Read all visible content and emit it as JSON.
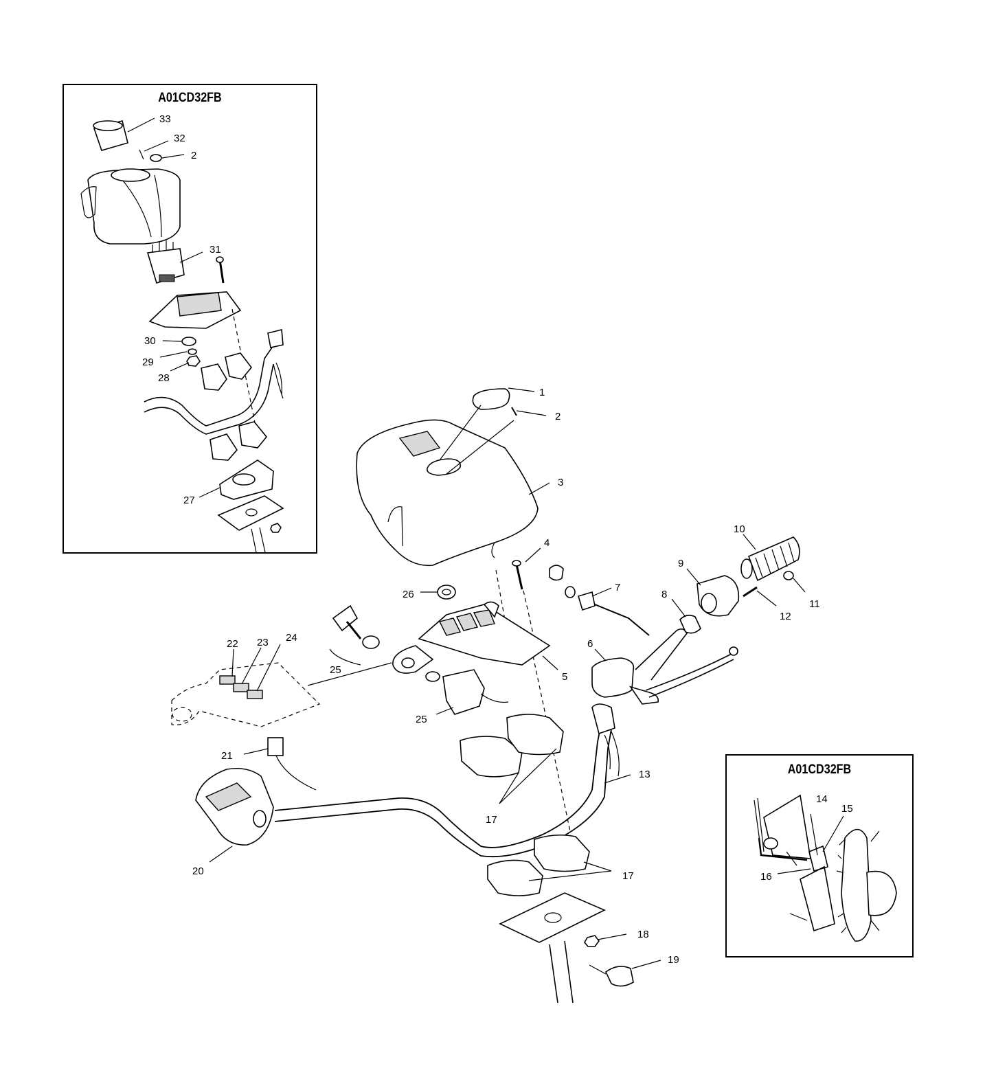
{
  "insets": [
    {
      "title": "A01CD32FB"
    },
    {
      "title": "A01CD32FB"
    }
  ],
  "callouts": {
    "c1": "1",
    "c2": "2",
    "c2b": "2",
    "c3": "3",
    "c4": "4",
    "c5": "5",
    "c6": "6",
    "c7": "7",
    "c8": "8",
    "c9": "9",
    "c10": "10",
    "c11": "11",
    "c12": "12",
    "c13": "13",
    "c14": "14",
    "c15": "15",
    "c16": "16",
    "c17": "17",
    "c17b": "17",
    "c18": "18",
    "c19": "19",
    "c20": "20",
    "c21": "21",
    "c22": "22",
    "c23": "23",
    "c24": "24",
    "c25": "25",
    "c25b": "25",
    "c26": "26",
    "c27": "27",
    "c28": "28",
    "c29": "29",
    "c30": "30",
    "c31": "31",
    "c32": "32",
    "c33": "33"
  }
}
